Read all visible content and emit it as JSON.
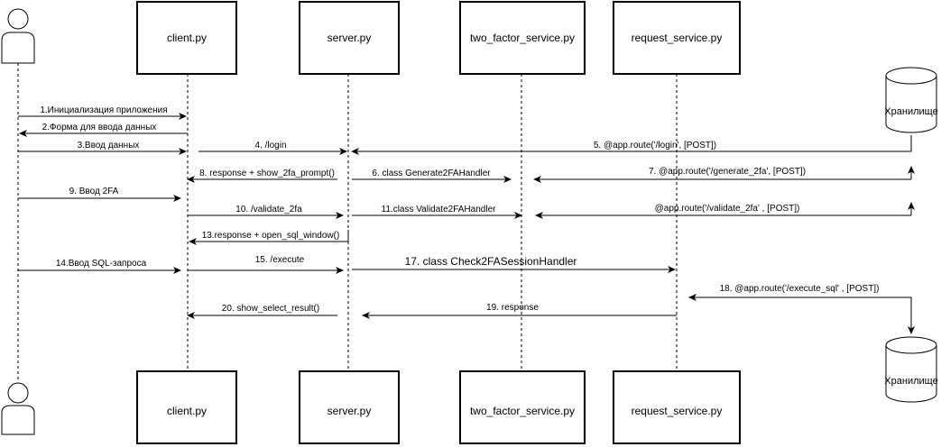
{
  "participants": [
    {
      "id": "client",
      "label": "client.py"
    },
    {
      "id": "server",
      "label": "server.py"
    },
    {
      "id": "two_factor",
      "label": "two_factor_service.py"
    },
    {
      "id": "request",
      "label": "request_service.py"
    }
  ],
  "storage": {
    "label": "Хранилище"
  },
  "messages": [
    {
      "label": "1.Инициализация приложения"
    },
    {
      "label": "2.Форма для ввода данных"
    },
    {
      "label": "3.Ввод данных"
    },
    {
      "label": "4. /login"
    },
    {
      "label": "5. @app.route('/login', [POST])"
    },
    {
      "label": "8. response + show_2fa_prompt()"
    },
    {
      "label": "6. class Generate2FAHandler"
    },
    {
      "label": "7. @app.route('/generate_2fa', [POST])"
    },
    {
      "label": "9. Ввод 2FA"
    },
    {
      "label": "10. /validate_2fa"
    },
    {
      "label": "11.class Validate2FAHandler"
    },
    {
      "label": "@app.route('/validate_2fa' , [POST])"
    },
    {
      "label": "13.response + open_sql_window()"
    },
    {
      "label": "14.Ввод SQL-запроса"
    },
    {
      "label": "15. /execute"
    },
    {
      "label": "17. class Check2FASessionHandler"
    },
    {
      "label": "18. @app.route('/execute_sql' , [POST])"
    },
    {
      "label": "19. response"
    },
    {
      "label": "20. show_select_result()"
    }
  ],
  "colors": {
    "stroke": "#000000",
    "fill": "#ffffff"
  }
}
